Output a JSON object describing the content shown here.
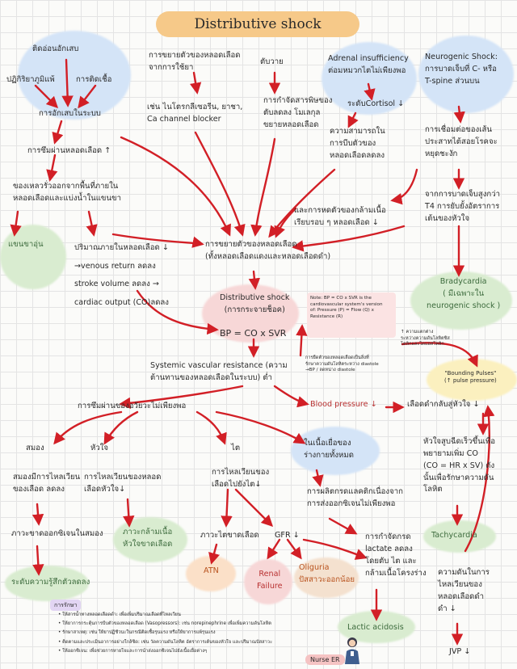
{
  "title": "Distributive shock",
  "nodes": {
    "inflammation_causes": {
      "weak_infection": "ติดอ่อนอักเสบ",
      "allergy": "ปฏิกิริยาภูมิแพ้",
      "infection": "การติดเชื้อ"
    },
    "inflammation": "การอักเสบในระบบ",
    "vascular_leak": "การซึมผ่านหลอดเลือด ↑",
    "fluid_shift": [
      "ของเหลวรั่วออกจากพื้นที่ภายใน",
      "หลอดเลือดและแบ่งน้ำในแขนขา"
    ],
    "limb_swelling": "แขนขาอุ่น",
    "blood_volume": [
      "ปริมาณภายในหลอดเลือด ↓",
      "→venous return ลดลง",
      "stroke volume ลดลง →",
      "cardiac output (CO)ลดลง"
    ],
    "drug_cause": [
      "การขยายตัวของหลอดเลือด",
      "จากการใช้ยา"
    ],
    "drug_examples": [
      "เช่น ไนโตรกลีเซอรีน, ยาชา,",
      "Ca channel blocker"
    ],
    "liver": "ตับวาย",
    "liver_effect": [
      "การกำจัดสารพิษของ",
      "ตับลดลง โมเลกุล",
      "ขยายหลอดเลือด"
    ],
    "adrenal_title": [
      "Adrenal insufficiency",
      "ต่อมหมวกไตไม่เพียงพอ"
    ],
    "cortisol": "ระดับCortisol ↓",
    "cortisol_effect": [
      "ความสามารถใน",
      "การบีบตัวของ",
      "หลอดเลือดลดลง"
    ],
    "smooth_muscle": [
      "และการหดตัวของกล้ามเนื้อ",
      "เรียบรอบ ๆ หลอดเลือด ↓"
    ],
    "neuro_title": [
      "Neurogenic Shock:",
      "การบาดเจ็บที่ C- หรือ",
      "T-spine ส่วนบน"
    ],
    "sympathetic": [
      "การเชื่อมต่อของเส้น",
      "ประสาทไต้สอยโรคจะ",
      "หยุดชะงัก"
    ],
    "t4_injury": [
      "จากการบาดเจ็บสูงกว่า",
      "T4 การยับยั้งอัตราการ",
      "เต้นของหัวใจ"
    ],
    "bradycardia": [
      "Bradycardia",
      "( มีเฉพาะใน",
      "neurogenic shock )"
    ],
    "vasodilation": [
      "การขยายตัวของหลอดเลือด",
      "(ทั้งหลอดเลือดแดงและหลอดเลือดดำ)"
    ],
    "shock": [
      "Distributive shock",
      "(การกระจายช็อค)"
    ],
    "bp_formula": "BP = CO x SVR",
    "note": [
      "Note: BP = CO x SVR is the",
      "cardiovascular system's version",
      "of: Pressure (P) = Flow (Q) x",
      "Resistance (R)"
    ],
    "svr": [
      "Systemic vascular resistance (ความ",
      "ต้านทานของหลอดเลือดในระบบ) ต่ำ"
    ],
    "diastolic": [
      "การยืดตัวของหลอดเลือดเป็นสิ่งที่",
      "รักษาความดันโลหิตระหว่าง diastole",
      "→BP / ลดหน่าง diastole"
    ],
    "pulse_diff": [
      "↑ ความแตกต่าง",
      "ระหว่างความดันโลหิตซิส",
      "โตลิกและไดแอสโตลิก"
    ],
    "bounding": [
      "\"Bounding Pulses\"",
      "(↑ pulse pressure)"
    ],
    "bp_down": "Blood pressure ↓",
    "return_heart": "เลือดดำกลับสู่หัวใจ ↓",
    "compensation": [
      "หัวใจสูบฉีดเร็วขึ้นเพื่อ",
      "พยายามเพิ่ม CO",
      "(CO = HR x SV) ดัง",
      "นั้นเพื่อรักษาความดัน",
      "โลหิต"
    ],
    "tachycardia": "Tachycardia",
    "jvp_text": [
      "ความดันในการ",
      "ไหลเวียนของ",
      "หลอดเลือดดำ",
      "ดำ ↓"
    ],
    "jvp": "JVP ↓",
    "organ_perfusion": "การซึมผ่านของอวัยวะไม่เพียงพอ",
    "brain": "สมอง",
    "brain_flow": [
      "สมองมีการไหลเวียน",
      "ของเลือด ลดลง"
    ],
    "brain_hypoxia": "ภาวะขาดออกซิเจนในสมอง",
    "consciousness": "ระดับความรู้สึกตัวลดลง",
    "heart": "หัวใจ",
    "heart_flow": [
      "การไหลเวียนของหลอด",
      "เลือดหัวใจ↓"
    ],
    "heart_ischemia": [
      "ภาวะกล้ามเนื้อ",
      "หัวใจขาดเลือด"
    ],
    "kidney": "ไต",
    "kidney_flow": [
      "การไหลเวียนของ",
      "เลือดไปยังไต↓"
    ],
    "kidney_ischemia": "ภาวะไตขาดเลือด",
    "atn": "ATN",
    "gfr": "GFR ↓",
    "renal_failure": [
      "Renal",
      "Failure"
    ],
    "oliguria": [
      "Oliguria",
      "ปัสสาวะออกน้อย"
    ],
    "tissue": [
      "ในเนื้อเยื่อของ",
      "ร่างกายทั้งหมด"
    ],
    "lactate_prod": [
      "การผลิตกรดแลคติกเนื่องจาก",
      "การส่งออกซิเจนไม่เพียงพอ"
    ],
    "lactate_clear": [
      "การกำจัดกรด",
      "lactate ลดลง",
      "โดยตับ ไต และ",
      "กล้ามเนื้อโครงร่าง"
    ],
    "lactic": "Lactic acidosis"
  },
  "treatment": {
    "tag": "การรักษา",
    "items": [
      "ให้สารน้ำทางหลอดเลือดดำ: เพื่อเพิ่มปริมาณเลือดที่ไหลเวียน",
      "ให้ยาการกระตุ้นการบีบตัวของหลอดเลือด (Vasopressors): เช่น norepinephrine เพื่อเพิ่มความดันโลหิต",
      "รักษาสาเหตุ: เช่น ให้ยาปฏิชีวนะในกรณีติดเชื้อรุนแรง หรือให้ยาการแพ้รุนแรง",
      "ติดตามและประเมินอาการอย่างใกล้ชิด: เช่น วัดความดันโลหิต อัตราการเต้นของหัวใจ และปริมาณปัสสาวะ",
      "ให้ออกซิเจน: เพื่อช่วยการหายใจและการนำส่งออกซิเจนไปยังเนื้อเยื่อต่างๆ"
    ]
  },
  "signature": "Nurse ER",
  "colors": {
    "arrow": "#d21f26",
    "title_bg": "#f6c989",
    "blue_blob": "#d4e4f7",
    "green_blob": "#d9ecd0",
    "pink_blob": "#f7d7d7",
    "peach_blob": "#fbe0c8"
  }
}
